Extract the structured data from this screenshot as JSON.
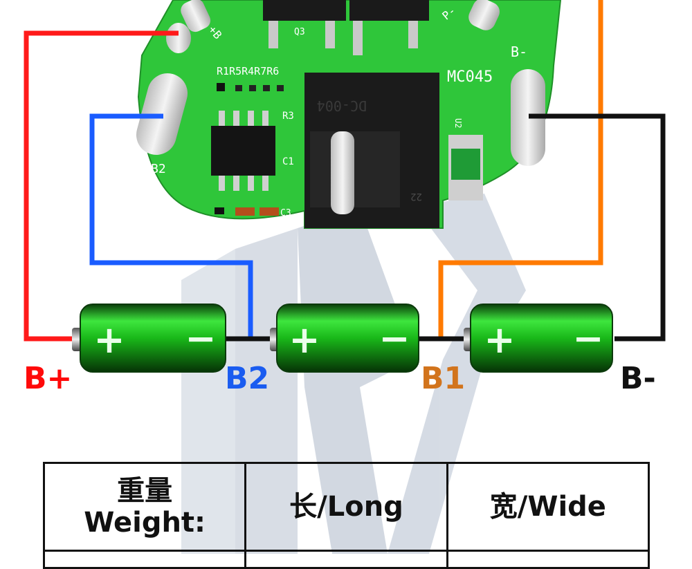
{
  "pcb": {
    "model_label": "MC045",
    "connector_text": "DC-004",
    "connector_num": "22",
    "pad_labels": [
      "B2",
      "B-",
      "+B",
      "P-"
    ],
    "silk": [
      "R1R5R4R7R6",
      "R3",
      "C1",
      "U2",
      "C3",
      "Q3"
    ],
    "board_color": "#2fc63a"
  },
  "wiring": {
    "colors": {
      "b_plus": "#ff1a1a",
      "b2": "#1a5cff",
      "b1": "#ff7a00",
      "b_minus": "#111111"
    }
  },
  "terminals": {
    "b_plus": "B+",
    "b2": "B2",
    "b1": "B1",
    "b_minus": "B-",
    "colors": {
      "b_plus": "#ff0a0a",
      "b2": "#1a5cf0",
      "b1": "#d2741c",
      "b_minus": "#111111"
    }
  },
  "batteries": [
    {
      "plus": "+",
      "minus": "−"
    },
    {
      "plus": "+",
      "minus": "−"
    },
    {
      "plus": "+",
      "minus": "−"
    }
  ],
  "table": {
    "headers": [
      {
        "line1": "重量",
        "line2": "Weight:"
      },
      {
        "line1": "长/Long"
      },
      {
        "line1": "宽/Wide"
      }
    ]
  }
}
